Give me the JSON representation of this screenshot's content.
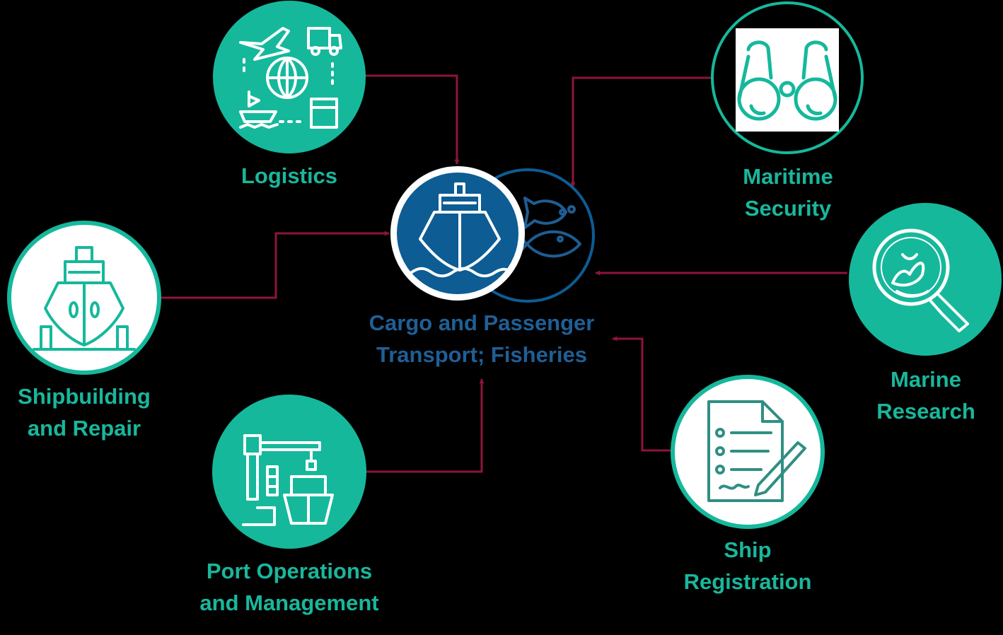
{
  "colors": {
    "background": "#000000",
    "teal": "#16b89c",
    "teal_label": "#19b79c",
    "white_outline": "#ffffff",
    "navy": "#0d5c94",
    "navy_label": "#1f5f96",
    "arrow": "#8e1538"
  },
  "center": {
    "label_lines": [
      "Cargo and Passenger",
      "Transport; Fisheries"
    ],
    "icons": [
      "ship-icon",
      "fish-icon"
    ]
  },
  "nodes": [
    {
      "id": "logistics",
      "label_lines": [
        "Logistics"
      ],
      "icon": "logistics-icon",
      "style": "teal"
    },
    {
      "id": "maritime-security",
      "label_lines": [
        "Maritime",
        "Security"
      ],
      "icon": "binoculars-icon",
      "style": "ring-white-tile"
    },
    {
      "id": "shipbuilding",
      "label_lines": [
        "Shipbuilding",
        "and Repair"
      ],
      "icon": "shipyard-icon",
      "style": "white"
    },
    {
      "id": "marine-research",
      "label_lines": [
        "Marine",
        "Research"
      ],
      "icon": "magnifier-icon",
      "style": "teal"
    },
    {
      "id": "port-operations",
      "label_lines": [
        "Port Operations",
        "and Management"
      ],
      "icon": "crane-icon",
      "style": "teal"
    },
    {
      "id": "ship-registration",
      "label_lines": [
        "Ship",
        "Registration"
      ],
      "icon": "document-icon",
      "style": "white"
    }
  ]
}
